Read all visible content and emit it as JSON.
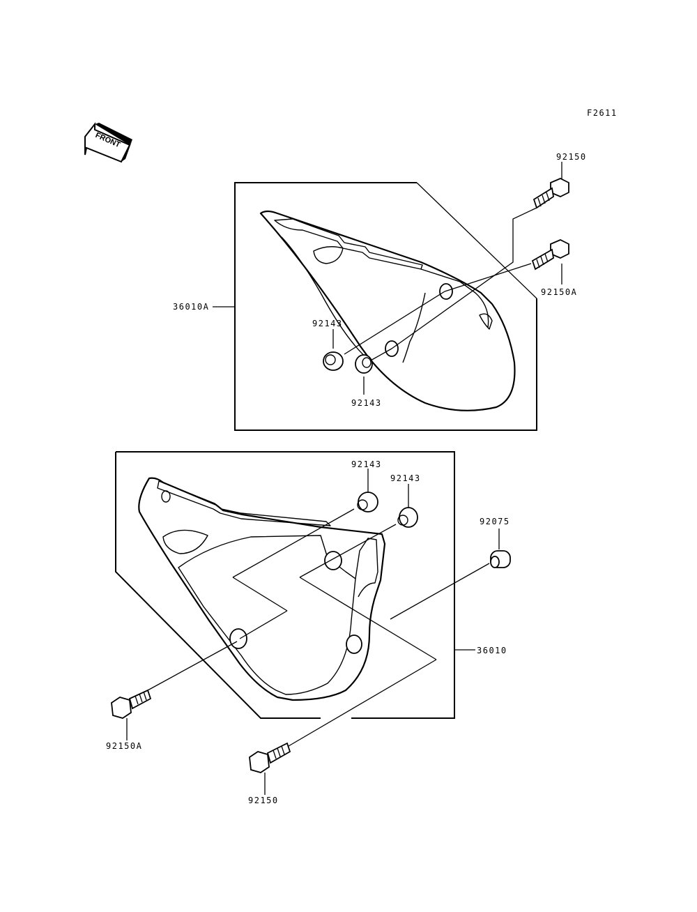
{
  "figure_code": "F2611",
  "front_badge": "FRONT",
  "labels": {
    "top_bolt": "92150",
    "top_bolt_a": "92150A",
    "top_cover": "36010A",
    "top_grommet_1": "92143",
    "top_grommet_2": "92143",
    "bottom_grommet_1": "92143",
    "bottom_grommet_2": "92143",
    "bottom_cap": "92075",
    "bottom_cover": "36010",
    "bottom_bolt_a": "92150A",
    "bottom_bolt": "92150"
  },
  "colors": {
    "line": "#000000",
    "background": "#ffffff"
  }
}
